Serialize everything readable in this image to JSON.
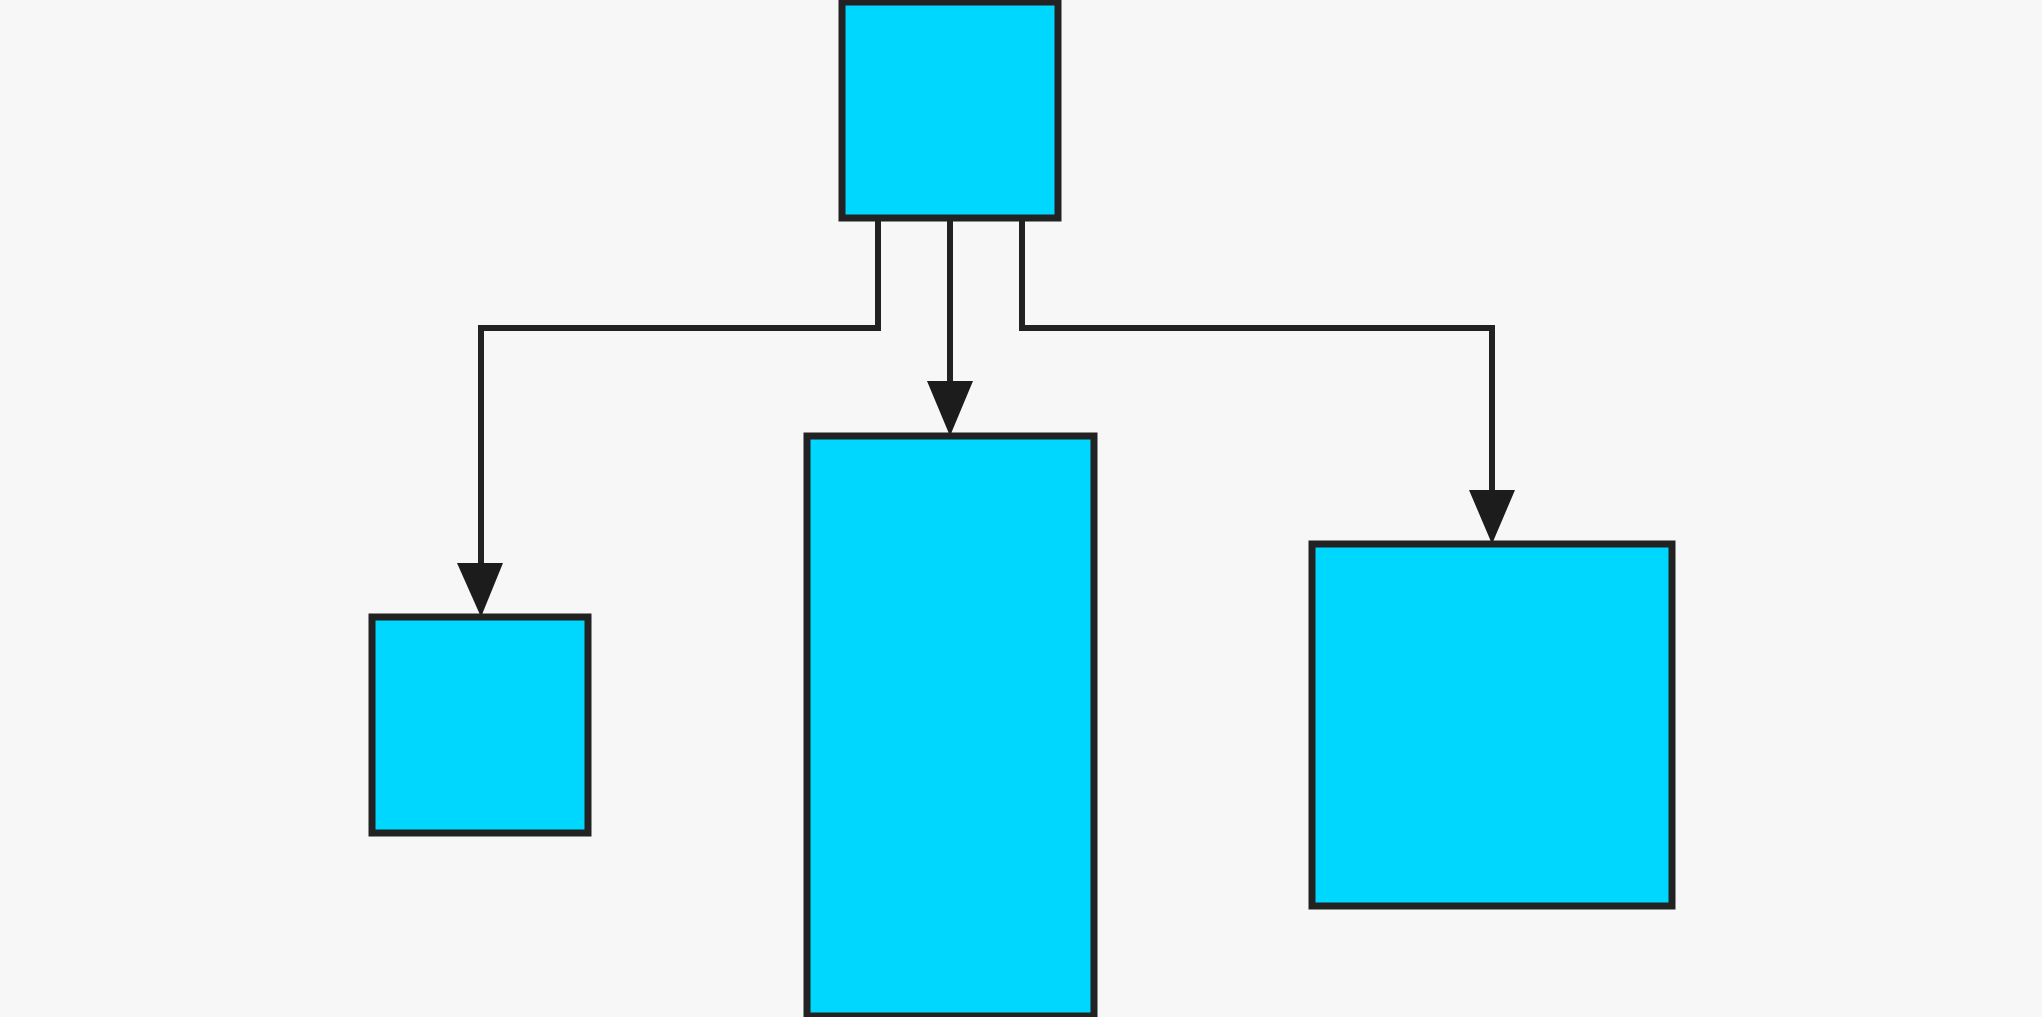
{
  "diagram": {
    "type": "flowchart",
    "colors": {
      "background": "#f7f7f7",
      "node_fill": "#00d7ff",
      "node_border": "#222222",
      "connector": "#222222",
      "arrowhead": "#1c1c1c"
    },
    "nodes": [
      {
        "id": "root",
        "label": ""
      },
      {
        "id": "left-child",
        "label": ""
      },
      {
        "id": "middle-child",
        "label": ""
      },
      {
        "id": "right-child",
        "label": ""
      }
    ],
    "edges": [
      {
        "from": "root",
        "to": "left-child",
        "style": "elbow",
        "arrow": "end"
      },
      {
        "from": "root",
        "to": "middle-child",
        "style": "straight",
        "arrow": "end"
      },
      {
        "from": "root",
        "to": "right-child",
        "style": "elbow",
        "arrow": "end"
      }
    ]
  }
}
